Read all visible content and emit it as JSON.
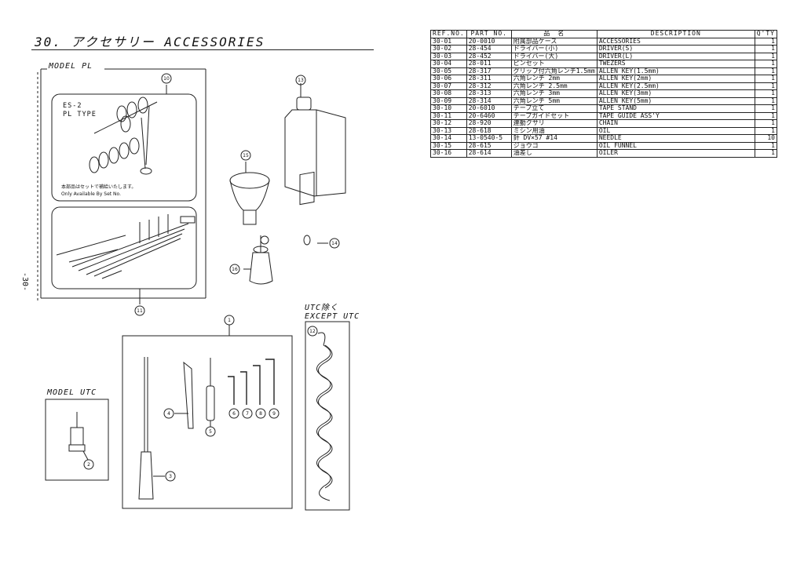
{
  "page": {
    "title": "30. アクセサリー ACCESSORIES",
    "side_page_number": "-30-"
  },
  "labels": {
    "model_pl": "MODEL PL",
    "model_utc": "MODEL UTC",
    "utc_except_jp": "UTC除く",
    "utc_except_en": "EXCEPT UTC",
    "es_type_line1": "ES-2",
    "es_type_line2": "PL TYPE",
    "es_note_jp": "本部品はセットで補給いたします。",
    "es_note_en": "Only Available By Set No."
  },
  "callouts": [
    "1",
    "2",
    "3",
    "4",
    "5",
    "6",
    "7",
    "8",
    "9",
    "10",
    "11",
    "12",
    "13",
    "14",
    "15",
    "16"
  ],
  "table": {
    "headers": [
      "REF.NO.",
      "PART NO.",
      "品　名",
      "DESCRIPTION",
      "Q'TY"
    ],
    "rows": [
      [
        "30-01",
        "20-0010",
        "附属部品ケース",
        "ACCESSORIES",
        "1"
      ],
      [
        "30-02",
        "28-454",
        "ドライバー(小)",
        "DRIVER(S)",
        "1"
      ],
      [
        "30-03",
        "28-452",
        "ドライバー(大)",
        "DRIVER(L)",
        "1"
      ],
      [
        "30-04",
        "28-011",
        "ピンセット",
        "TWEZERS",
        "1"
      ],
      [
        "30-05",
        "28-317",
        "グリップ付六角レンチ1.5mm",
        "ALLEN KEY(1.5mm)",
        "1"
      ],
      [
        "30-06",
        "28-311",
        "六角レンチ 2mm",
        "ALLEN KEY(2mm)",
        "1"
      ],
      [
        "30-07",
        "28-312",
        "六角レンチ 2.5mm",
        "ALLEN KEY(2.5mm)",
        "1"
      ],
      [
        "30-08",
        "28-313",
        "六角レンチ 3mm",
        "ALLEN KEY(3mm)",
        "1"
      ],
      [
        "30-09",
        "28-314",
        "六角レンチ 5mm",
        "ALLEN KEY(5mm)",
        "1"
      ],
      [
        "30-10",
        "20-6010",
        "テープ立て",
        "TAPE STAND",
        "1"
      ],
      [
        "30-11",
        "20-6460",
        "テープガイドセット",
        "TAPE GUIDE ASS'Y",
        "1"
      ],
      [
        "30-12",
        "28-920",
        "連動クサリ",
        "CHAIN",
        "1"
      ],
      [
        "30-13",
        "28-618",
        "ミシン用油",
        "OIL",
        "1"
      ],
      [
        "30-14",
        "13-0540-5",
        "針 DV×57 #14",
        "NEEDLE",
        "10"
      ],
      [
        "30-15",
        "28-615",
        "ジョウゴ",
        "OIL FUNNEL",
        "1"
      ],
      [
        "30-16",
        "28-614",
        "油差し",
        "OILER",
        "1"
      ]
    ]
  }
}
